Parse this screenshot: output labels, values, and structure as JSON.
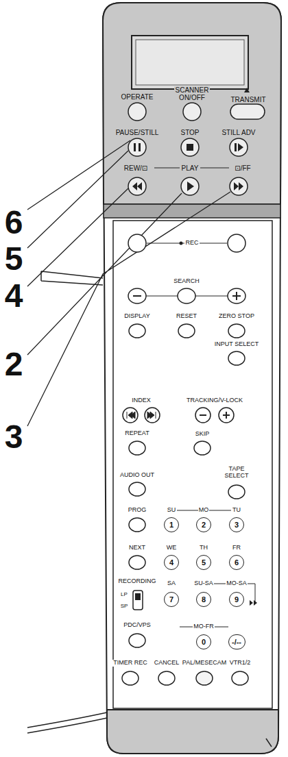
{
  "diagram": {
    "nodes": [
      {
        "text": [
          "1"
        ]
      },
      {
        "text": [
          "2"
        ]
      },
      {
        "text": [
          "3"
        ]
      },
      {
        "text": [
          "4"
        ]
      },
      {
        "text": [
          "5"
        ]
      },
      {
        "text": [
          "6"
        ]
      },
      {
        "text": [
          "7"
        ]
      },
      {
        "text": [
          "8"
        ]
      },
      {
        "text": [
          "9"
        ]
      },
      {
        "text": [
          "0"
        ]
      },
      {
        "text": [
          "-/--"
        ]
      }
    ],
    "labels": [
      "OPERATE",
      "SCANNER ON/OFF",
      "TRANSMIT",
      "PAUSE/STILL",
      "STOP",
      "STILL ADV",
      "REW/⊡",
      "PLAY",
      "⊡/FF",
      "6",
      "5",
      "4",
      "2",
      "3",
      "REC",
      "SEARCH",
      "DISPLAY",
      "RESET",
      "ZERO STOP",
      "INPUT SELECT",
      "INDEX",
      "TRACKING/V-LOCK",
      "REPEAT",
      "SKIP",
      "AUDIO OUT",
      "TAPE SELECT",
      "PROG",
      "SU",
      "MO",
      "TU",
      "NEXT",
      "WE",
      "TH",
      "FR",
      "RECORDING",
      "LP",
      "SP",
      "SA",
      "SU-SA",
      "MO-SA",
      "PDC/VPS",
      "MO-FR",
      "TIMER REC",
      "CANCEL",
      "PAL/MESECAM",
      "VTR1/2"
    ]
  }
}
